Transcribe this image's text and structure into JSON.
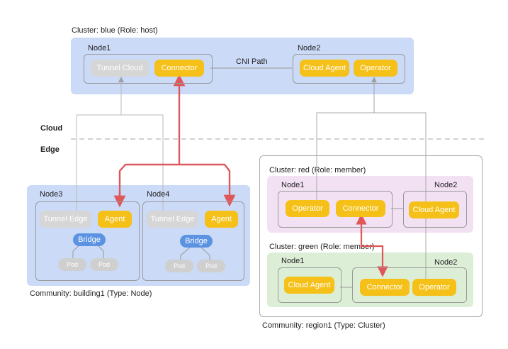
{
  "sections": {
    "cloud": "Cloud",
    "edge": "Edge"
  },
  "clusters": {
    "blue": {
      "label": "Cluster: blue (Role: host)"
    },
    "red": {
      "label": "Cluster: red (Role: member)"
    },
    "green": {
      "label": "Cluster: green (Role: member)"
    }
  },
  "communities": {
    "building1": "Community: building1 (Type: Node)",
    "region1": "Community: region1 (Type: Cluster)"
  },
  "path_label": "CNI Path",
  "nodes": {
    "blue_node1": "Node1",
    "blue_node2": "Node2",
    "node3": "Node3",
    "node4": "Node4",
    "red_node1": "Node1",
    "red_node2": "Node2",
    "green_node1": "Node1",
    "green_node2": "Node2"
  },
  "components": {
    "tunnel_cloud": "Tunnel Cloud",
    "connector": "Connector",
    "cloud_agent": "Cloud Agent",
    "operator": "Operator",
    "tunnel_edge": "Tunnel Edge",
    "agent": "Agent",
    "bridge": "Bridge",
    "pod": "Pod"
  },
  "colors": {
    "blue_cluster": "#cbdaf7",
    "building1_bg": "#cbdaf7",
    "red_cluster": "#f2e1f3",
    "green_cluster": "#ddeed6",
    "accent_yellow": "#f5c018",
    "path_red": "#e0575a",
    "bridge_blue": "#5b93e2"
  }
}
